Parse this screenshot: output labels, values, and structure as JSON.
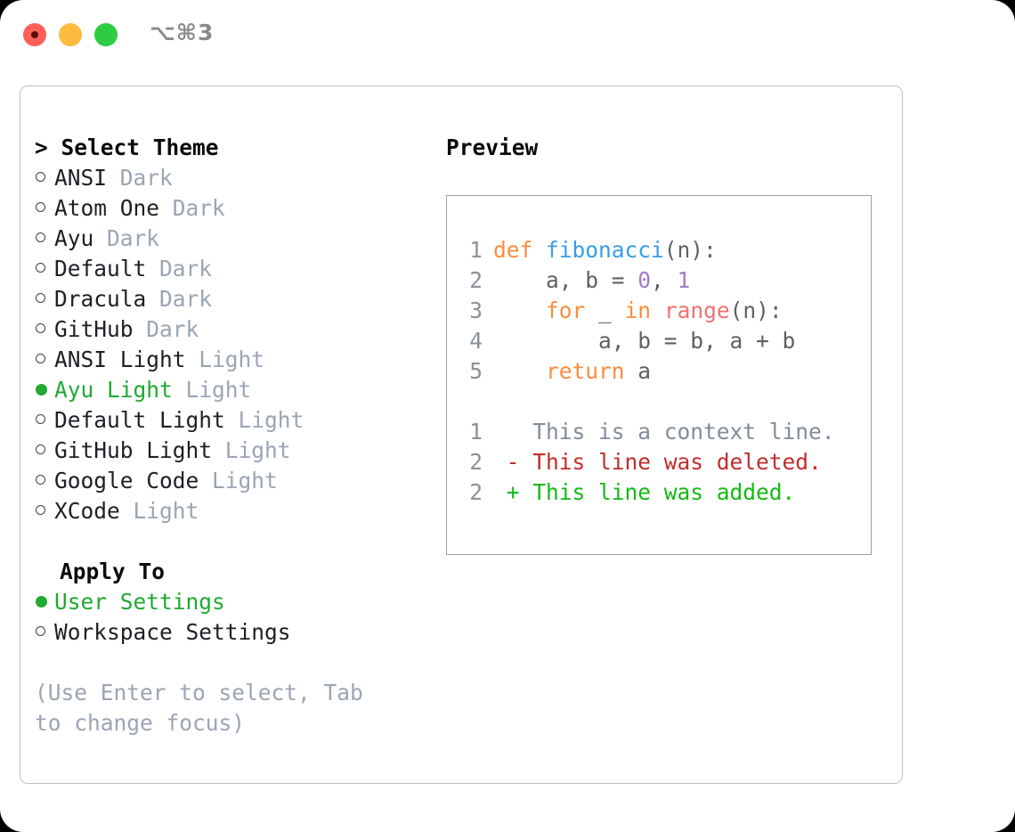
{
  "window": {
    "traffic_lights": [
      "close",
      "minimize",
      "maximize"
    ],
    "shortcut": "⌥⌘3",
    "colors": {
      "close": "#fc6058",
      "minimize": "#fdbc40",
      "maximize": "#2ecc40",
      "accent_green": "#1faa31",
      "muted": "#9aa5b4",
      "border": "#b9c2cd",
      "preview_border": "#96a3b0"
    }
  },
  "left": {
    "title": "> Select Theme",
    "themes": [
      {
        "bullet": "radio-unselected",
        "name": "ANSI",
        "kind": "Dark",
        "selected": false
      },
      {
        "bullet": "radio-unselected",
        "name": "Atom One",
        "kind": "Dark",
        "selected": false
      },
      {
        "bullet": "radio-unselected",
        "name": "Ayu",
        "kind": "Dark",
        "selected": false
      },
      {
        "bullet": "radio-unselected",
        "name": "Default",
        "kind": "Dark",
        "selected": false
      },
      {
        "bullet": "radio-unselected",
        "name": "Dracula",
        "kind": "Dark",
        "selected": false
      },
      {
        "bullet": "radio-unselected",
        "name": "GitHub",
        "kind": "Dark",
        "selected": false
      },
      {
        "bullet": "radio-unselected",
        "name": "ANSI Light",
        "kind": "Light",
        "selected": false
      },
      {
        "bullet": "radio-selected",
        "name": "Ayu Light",
        "kind": "Light",
        "selected": true
      },
      {
        "bullet": "radio-unselected",
        "name": "Default Light",
        "kind": "Light",
        "selected": false
      },
      {
        "bullet": "radio-unselected",
        "name": "GitHub Light",
        "kind": "Light",
        "selected": false
      },
      {
        "bullet": "radio-unselected",
        "name": "Google Code",
        "kind": "Light",
        "selected": false
      },
      {
        "bullet": "radio-unselected",
        "name": "XCode",
        "kind": "Light",
        "selected": false
      }
    ],
    "apply_to_label": "Apply To",
    "apply_to": [
      {
        "bullet": "radio-selected",
        "name": "User Settings",
        "selected": true
      },
      {
        "bullet": "radio-unselected",
        "name": "Workspace Settings",
        "selected": false
      }
    ],
    "hint": "(Use Enter to select, Tab to change focus)"
  },
  "right": {
    "title": "Preview",
    "code_lines": [
      {
        "number": "1",
        "tokens": [
          {
            "text": "def ",
            "style": "kw"
          },
          {
            "text": "fibonacci",
            "style": "fn"
          },
          {
            "text": "(n):",
            "style": "plain"
          }
        ]
      },
      {
        "number": "2",
        "tokens": [
          {
            "text": "    a, b = ",
            "style": "plain"
          },
          {
            "text": "0",
            "style": "num"
          },
          {
            "text": ", ",
            "style": "plain"
          },
          {
            "text": "1",
            "style": "num"
          }
        ]
      },
      {
        "number": "3",
        "tokens": [
          {
            "text": "    ",
            "style": "plain"
          },
          {
            "text": "for",
            "style": "kw"
          },
          {
            "text": " _ ",
            "style": "plain"
          },
          {
            "text": "in",
            "style": "kw"
          },
          {
            "text": " ",
            "style": "plain"
          },
          {
            "text": "range",
            "style": "builtin"
          },
          {
            "text": "(n):",
            "style": "plain"
          }
        ]
      },
      {
        "number": "4",
        "tokens": [
          {
            "text": "        a, b = b, a + b",
            "style": "plain"
          }
        ]
      },
      {
        "number": "5",
        "tokens": [
          {
            "text": "    ",
            "style": "plain"
          },
          {
            "text": "return",
            "style": "kw"
          },
          {
            "text": " a",
            "style": "plain"
          }
        ]
      }
    ],
    "diff_lines": [
      {
        "number": "1",
        "marker": " ",
        "text": "This is a context line.",
        "style": "ctx"
      },
      {
        "number": "2",
        "marker": "-",
        "text": "This line was deleted.",
        "style": "del"
      },
      {
        "number": "2",
        "marker": "+",
        "text": "This line was added.",
        "style": "add"
      }
    ]
  }
}
